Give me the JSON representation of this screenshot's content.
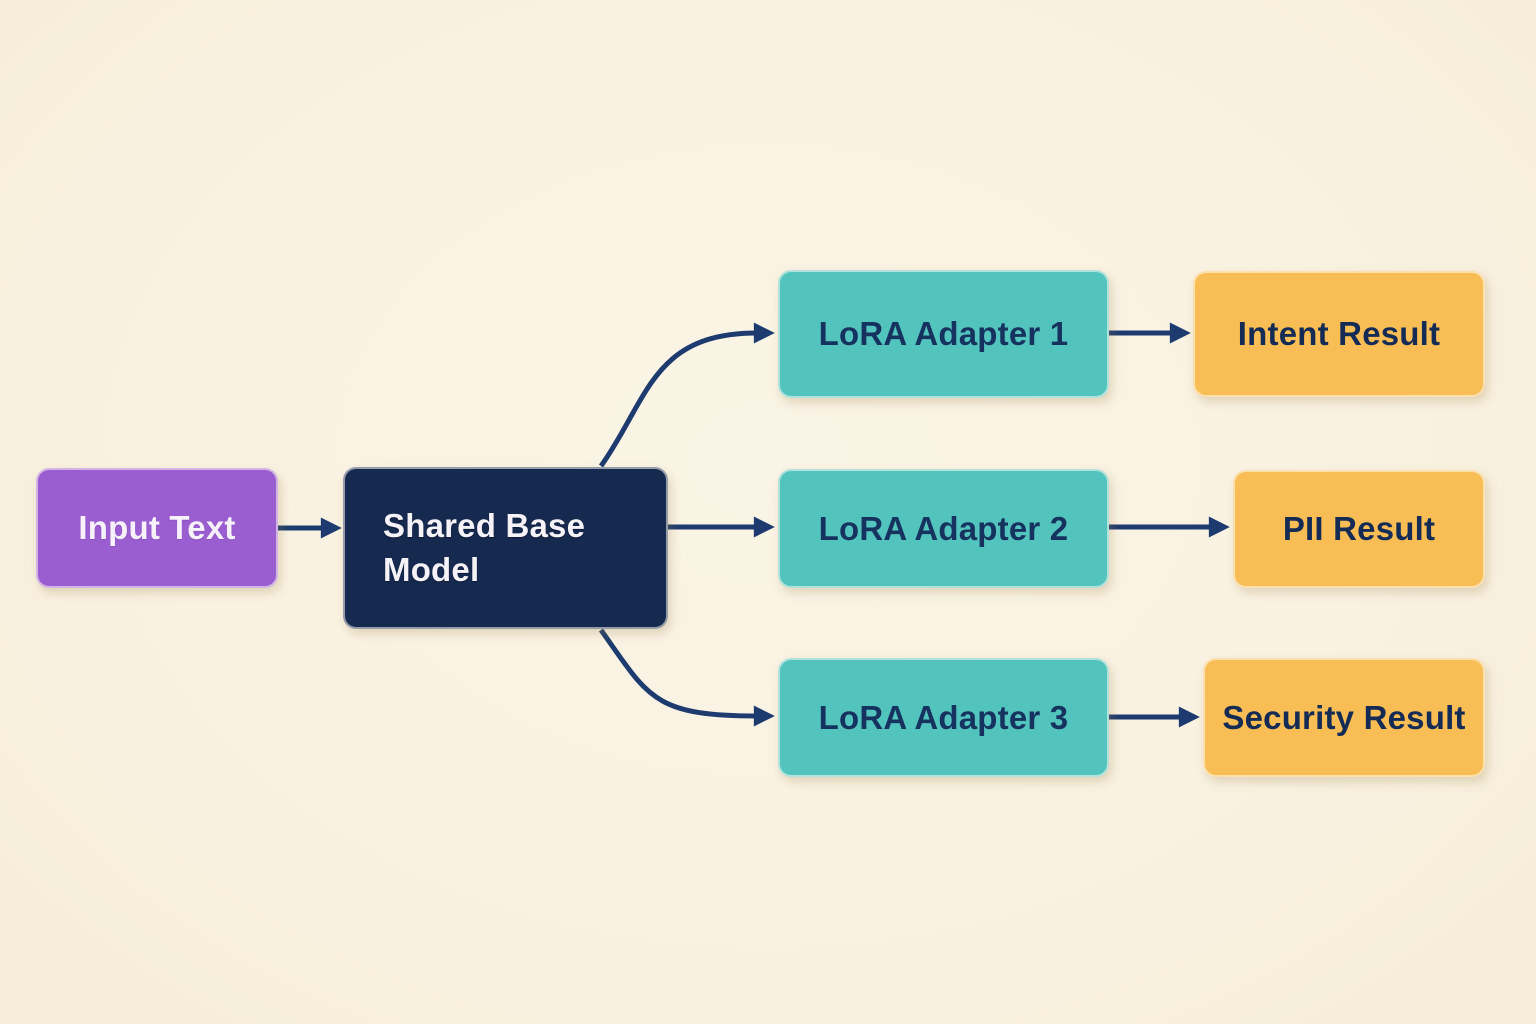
{
  "diagram": {
    "nodes": {
      "input": {
        "label": "Input Text",
        "color": "#9b5ed1",
        "text_color": "#f6f1fa"
      },
      "base": {
        "label": "Shared Base Model",
        "color": "#16294e",
        "text_color": "#f5f3f8"
      },
      "lora1": {
        "label": "LoRA Adapter 1",
        "color": "#53c4bd",
        "text_color": "#16335f"
      },
      "lora2": {
        "label": "LoRA Adapter 2",
        "color": "#53c4bd",
        "text_color": "#16335f"
      },
      "lora3": {
        "label": "LoRA Adapter 3",
        "color": "#53c4bd",
        "text_color": "#16335f"
      },
      "intent": {
        "label": "Intent Result",
        "color": "#f8bd54",
        "text_color": "#142c55"
      },
      "pii": {
        "label": "PII Result",
        "color": "#f8bd54",
        "text_color": "#142c55"
      },
      "security": {
        "label": "Security Result",
        "color": "#f8bd54",
        "text_color": "#142c55"
      }
    },
    "edges": [
      {
        "from": "input",
        "to": "base"
      },
      {
        "from": "base",
        "to": "lora1"
      },
      {
        "from": "base",
        "to": "lora2"
      },
      {
        "from": "base",
        "to": "lora3"
      },
      {
        "from": "lora1",
        "to": "intent"
      },
      {
        "from": "lora2",
        "to": "pii"
      },
      {
        "from": "lora3",
        "to": "security"
      }
    ],
    "colors": {
      "background": "#f9f2e1",
      "arrow": "#1d3b6e"
    }
  }
}
